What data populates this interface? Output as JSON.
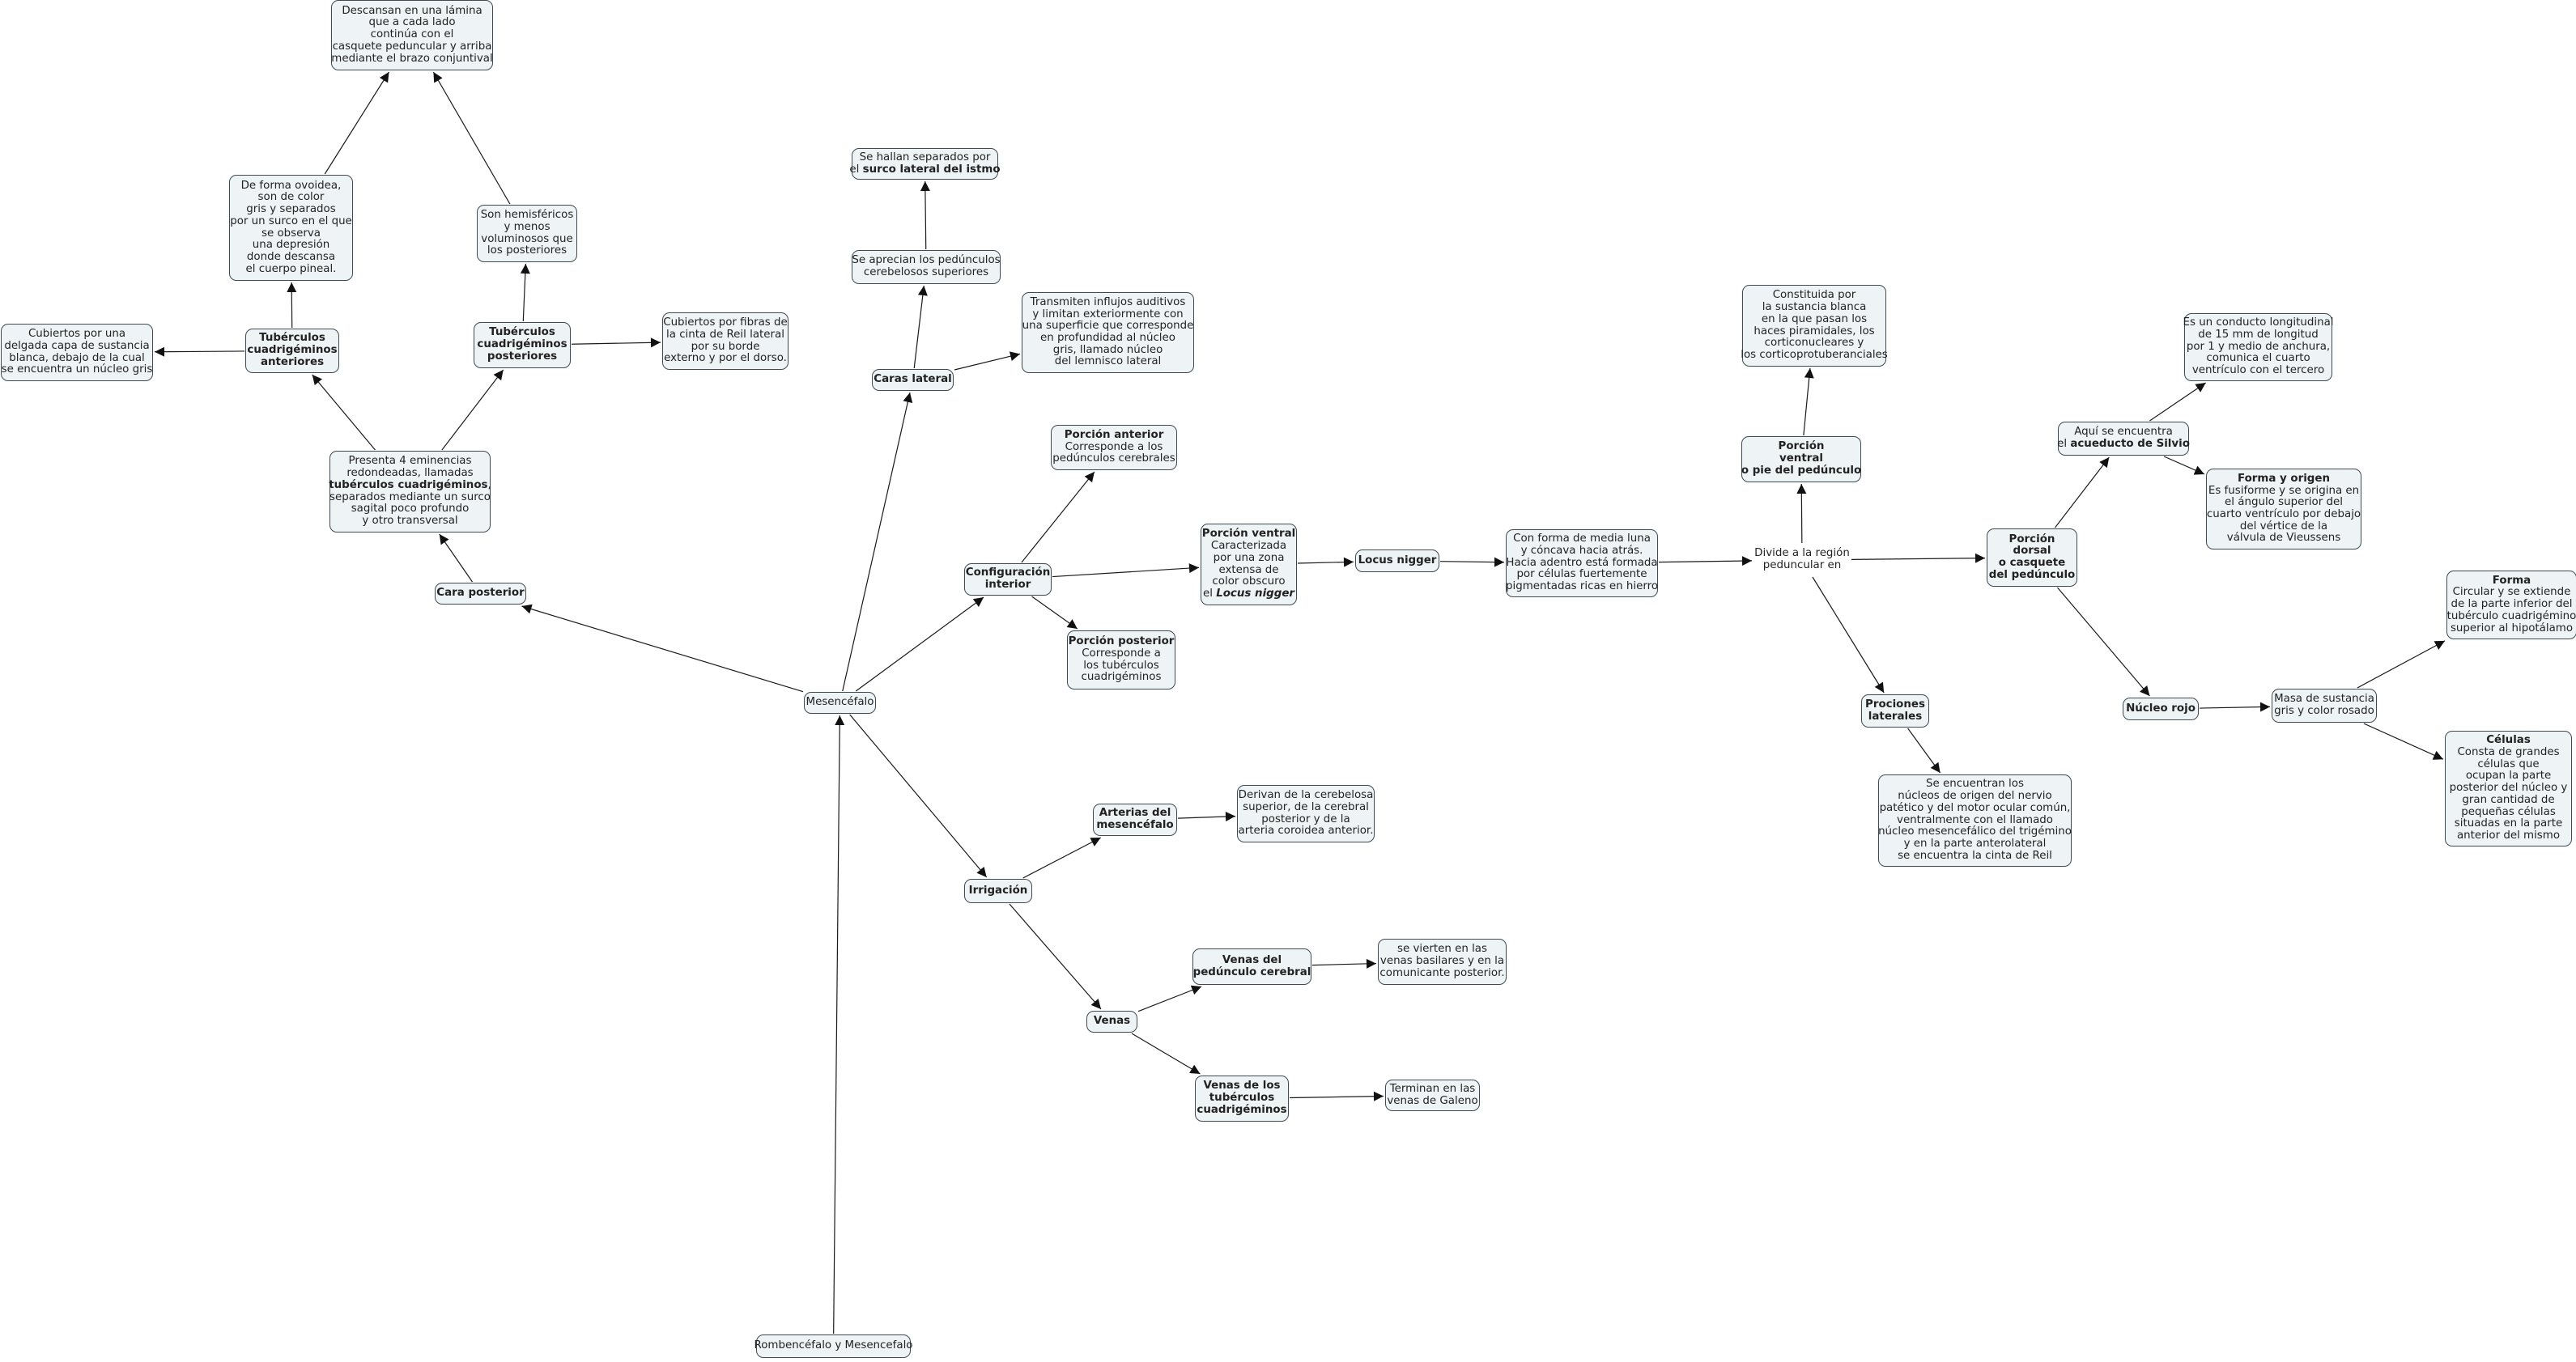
{
  "nodes": {
    "mesencefalo": [
      [
        {
          "t": "Mesencéfalo"
        }
      ]
    ],
    "rombencefalo": [
      [
        {
          "t": "Rombencéfalo y Mesencefalo"
        }
      ]
    ],
    "cara_posterior": [
      [
        {
          "t": "Cara posterior",
          "b": 1
        }
      ]
    ],
    "presenta4": [
      [
        {
          "t": "Presenta 4 eminencias"
        }
      ],
      [
        {
          "t": "redondeadas, llamadas"
        }
      ],
      [
        {
          "t": "tubérculos cuadrigéminos",
          "b": 1
        },
        {
          "t": ","
        }
      ],
      [
        {
          "t": "separados mediante un surco"
        }
      ],
      [
        {
          "t": "sagital poco profundo"
        }
      ],
      [
        {
          "t": "y otro transversal"
        }
      ]
    ],
    "tub_anteriores": [
      [
        {
          "t": "Tubérculos",
          "b": 1
        }
      ],
      [
        {
          "t": "cuadrigéminos",
          "b": 1
        }
      ],
      [
        {
          "t": "anteriores",
          "b": 1
        }
      ]
    ],
    "tub_posteriores": [
      [
        {
          "t": "Tubérculos",
          "b": 1
        }
      ],
      [
        {
          "t": "cuadrigéminos",
          "b": 1
        }
      ],
      [
        {
          "t": "posteriores",
          "b": 1
        }
      ]
    ],
    "cubiertos_capa": [
      [
        {
          "t": "Cubiertos por una"
        }
      ],
      [
        {
          "t": "delgada capa de sustancia"
        }
      ],
      [
        {
          "t": "blanca, debajo de la cual"
        }
      ],
      [
        {
          "t": "se encuentra un núcleo gris"
        }
      ]
    ],
    "forma_ovoidea": [
      [
        {
          "t": "De forma ovoidea,"
        }
      ],
      [
        {
          "t": "son de color"
        }
      ],
      [
        {
          "t": "gris y separados"
        }
      ],
      [
        {
          "t": "por un surco en el que"
        }
      ],
      [
        {
          "t": "se observa"
        }
      ],
      [
        {
          "t": "una depresión"
        }
      ],
      [
        {
          "t": "donde descansa"
        }
      ],
      [
        {
          "t": "el cuerpo pineal."
        }
      ]
    ],
    "descansan": [
      [
        {
          "t": "Descansan en una lámina"
        }
      ],
      [
        {
          "t": "que a cada lado"
        }
      ],
      [
        {
          "t": "continúa con el"
        }
      ],
      [
        {
          "t": "casquete peduncular y arriba"
        }
      ],
      [
        {
          "t": "mediante el brazo conjuntival"
        }
      ]
    ],
    "hemisfericos": [
      [
        {
          "t": "Son hemisféricos"
        }
      ],
      [
        {
          "t": "y menos"
        }
      ],
      [
        {
          "t": "voluminosos que"
        }
      ],
      [
        {
          "t": "los posteriores"
        }
      ]
    ],
    "cubiertos_fibras": [
      [
        {
          "t": "Cubiertos por fibras de"
        }
      ],
      [
        {
          "t": "la cinta de Reil lateral"
        }
      ],
      [
        {
          "t": "por su borde"
        }
      ],
      [
        {
          "t": "externo y por el dorso."
        }
      ]
    ],
    "caras_lateral": [
      [
        {
          "t": "Caras lateral",
          "b": 1
        }
      ]
    ],
    "aprecian": [
      [
        {
          "t": "Se aprecian los pedúnculos"
        }
      ],
      [
        {
          "t": "cerebelosos superiores"
        }
      ]
    ],
    "hallan": [
      [
        {
          "t": "Se hallan separados por"
        }
      ],
      [
        {
          "t": "el "
        },
        {
          "t": "surco lateral del istmo",
          "b": 1
        }
      ]
    ],
    "transmiten": [
      [
        {
          "t": "Transmiten influjos auditivos"
        }
      ],
      [
        {
          "t": "y limitan exteriormente con"
        }
      ],
      [
        {
          "t": "una superficie que corresponde"
        }
      ],
      [
        {
          "t": "en profundidad al núcleo"
        }
      ],
      [
        {
          "t": "gris, llamado núcleo"
        }
      ],
      [
        {
          "t": "del lemnisco lateral"
        }
      ]
    ],
    "configuracion": [
      [
        {
          "t": "Configuración",
          "b": 1
        }
      ],
      [
        {
          "t": "interior",
          "b": 1
        }
      ]
    ],
    "porcion_anterior": [
      [
        {
          "t": "Porción anterior",
          "b": 1
        }
      ],
      [
        {
          "t": "Corresponde a los"
        }
      ],
      [
        {
          "t": "pedúnculos cerebrales"
        }
      ]
    ],
    "porcion_posterior": [
      [
        {
          "t": "Porción posterior",
          "b": 1
        }
      ],
      [
        {
          "t": "Corresponde a"
        }
      ],
      [
        {
          "t": "los tubérculos"
        }
      ],
      [
        {
          "t": "cuadrigéminos"
        }
      ]
    ],
    "porcion_ventral": [
      [
        {
          "t": "Porción ventral",
          "b": 1
        }
      ],
      [
        {
          "t": "Caracterizada"
        }
      ],
      [
        {
          "t": "por una zona"
        }
      ],
      [
        {
          "t": "extensa de"
        }
      ],
      [
        {
          "t": "color obscuro"
        }
      ],
      [
        {
          "t": "el "
        },
        {
          "t": "Locus nigger",
          "bi": 1
        }
      ]
    ],
    "locus_nigger": [
      [
        {
          "t": "Locus nigger",
          "b": 1
        }
      ]
    ],
    "media_luna": [
      [
        {
          "t": "Con forma de media luna"
        }
      ],
      [
        {
          "t": "y cóncava hacia atrás."
        }
      ],
      [
        {
          "t": "Hacia adentro está formada"
        }
      ],
      [
        {
          "t": "por células fuertemente"
        }
      ],
      [
        {
          "t": "pigmentadas ricas en hierro"
        }
      ]
    ],
    "divide": [
      [
        {
          "t": "Divide a la región"
        }
      ],
      [
        {
          "t": "peduncular en"
        }
      ]
    ],
    "porcion_ventral_pie": [
      [
        {
          "t": "Porción",
          "b": 1
        }
      ],
      [
        {
          "t": "ventral",
          "b": 1
        }
      ],
      [
        {
          "t": "o pie del pedúnculo",
          "b": 1
        }
      ]
    ],
    "constituida": [
      [
        {
          "t": "Constituida por"
        }
      ],
      [
        {
          "t": "la sustancia blanca"
        }
      ],
      [
        {
          "t": "en la que pasan los"
        }
      ],
      [
        {
          "t": "haces piramidales, los"
        }
      ],
      [
        {
          "t": "corticonucleares y"
        }
      ],
      [
        {
          "t": "los corticoprotuberanciales"
        }
      ]
    ],
    "porcion_dorsal": [
      [
        {
          "t": "Porción",
          "b": 1
        }
      ],
      [
        {
          "t": "dorsal",
          "b": 1
        }
      ],
      [
        {
          "t": "o casquete",
          "b": 1
        }
      ],
      [
        {
          "t": "del pedúnculo",
          "b": 1
        }
      ]
    ],
    "acueducto": [
      [
        {
          "t": "Aquí se encuentra"
        }
      ],
      [
        {
          "t": "el "
        },
        {
          "t": "acueducto de Silvio",
          "b": 1
        }
      ]
    ],
    "conducto": [
      [
        {
          "t": "Es un conducto longitudinal"
        }
      ],
      [
        {
          "t": "de 15 mm de longitud"
        }
      ],
      [
        {
          "t": "por 1 y medio de anchura,"
        }
      ],
      [
        {
          "t": "comunica el cuarto"
        }
      ],
      [
        {
          "t": "ventrículo con el tercero"
        }
      ]
    ],
    "forma_origen": [
      [
        {
          "t": "Forma y origen",
          "b": 1
        }
      ],
      [
        {
          "t": "Es fusiforme y se origina en"
        }
      ],
      [
        {
          "t": "el ángulo superior del"
        }
      ],
      [
        {
          "t": "cuarto ventrículo por debajo"
        }
      ],
      [
        {
          "t": "del vértice de la"
        }
      ],
      [
        {
          "t": "válvula de Vieussens"
        }
      ]
    ],
    "nucleo_rojo": [
      [
        {
          "t": "Núcleo rojo",
          "b": 1
        }
      ]
    ],
    "masa": [
      [
        {
          "t": "Masa de sustancia"
        }
      ],
      [
        {
          "t": "gris y color rosado"
        }
      ]
    ],
    "forma": [
      [
        {
          "t": "Forma",
          "b": 1
        }
      ],
      [
        {
          "t": "Circular y se extiende"
        }
      ],
      [
        {
          "t": "de la parte inferior del"
        }
      ],
      [
        {
          "t": "tubérculo cuadrigémino"
        }
      ],
      [
        {
          "t": "superior al hipotálamo"
        }
      ]
    ],
    "celulas": [
      [
        {
          "t": "Células",
          "b": 1
        }
      ],
      [
        {
          "t": "Consta de grandes"
        }
      ],
      [
        {
          "t": "células que"
        }
      ],
      [
        {
          "t": "ocupan la parte"
        }
      ],
      [
        {
          "t": "posterior del núcleo y"
        }
      ],
      [
        {
          "t": "gran cantidad de"
        }
      ],
      [
        {
          "t": "pequeñas células"
        }
      ],
      [
        {
          "t": "situadas en la parte"
        }
      ],
      [
        {
          "t": "anterior del mismo"
        }
      ]
    ],
    "prociones": [
      [
        {
          "t": "Prociones",
          "b": 1
        }
      ],
      [
        {
          "t": "laterales",
          "b": 1
        }
      ]
    ],
    "encuentran": [
      [
        {
          "t": "Se encuentran los"
        }
      ],
      [
        {
          "t": "núcleos de origen del nervio"
        }
      ],
      [
        {
          "t": "patético y del motor ocular común,"
        }
      ],
      [
        {
          "t": "ventralmente con el llamado"
        }
      ],
      [
        {
          "t": "núcleo mesencefálico del trigémino"
        }
      ],
      [
        {
          "t": "y en la parte anterolateral"
        }
      ],
      [
        {
          "t": "se encuentra la cinta de Reil"
        }
      ]
    ],
    "irrigacion": [
      [
        {
          "t": "Irrigación",
          "b": 1
        }
      ]
    ],
    "arterias": [
      [
        {
          "t": "Arterias del",
          "b": 1
        }
      ],
      [
        {
          "t": "mesencéfalo",
          "b": 1
        }
      ]
    ],
    "derivan": [
      [
        {
          "t": "Derivan de la cerebelosa"
        }
      ],
      [
        {
          "t": "superior, de la cerebral"
        }
      ],
      [
        {
          "t": "posterior y de la"
        }
      ],
      [
        {
          "t": "arteria coroidea anterior."
        }
      ]
    ],
    "venas": [
      [
        {
          "t": "Venas",
          "b": 1
        }
      ]
    ],
    "venas_pedunculo": [
      [
        {
          "t": "Venas del",
          "b": 1
        }
      ],
      [
        {
          "t": "pedúnculo cerebral",
          "b": 1
        }
      ]
    ],
    "vierten": [
      [
        {
          "t": "se vierten en las"
        }
      ],
      [
        {
          "t": "venas basilares y en la"
        }
      ],
      [
        {
          "t": "comunicante posterior."
        }
      ]
    ],
    "venas_tuberculos": [
      [
        {
          "t": "Venas de los",
          "b": 1
        }
      ],
      [
        {
          "t": "tubérculos",
          "b": 1
        }
      ],
      [
        {
          "t": "cuadrigéminos",
          "b": 1
        }
      ]
    ],
    "terminan": [
      [
        {
          "t": "Terminan en las"
        }
      ],
      [
        {
          "t": "venas de Galeno"
        }
      ]
    ]
  },
  "edges": [
    [
      "rombencefalo",
      "mesencefalo"
    ],
    [
      "mesencefalo",
      "cara_posterior"
    ],
    [
      "mesencefalo",
      "caras_lateral"
    ],
    [
      "mesencefalo",
      "configuracion"
    ],
    [
      "mesencefalo",
      "irrigacion"
    ],
    [
      "cara_posterior",
      "presenta4"
    ],
    [
      "presenta4",
      "tub_anteriores"
    ],
    [
      "presenta4",
      "tub_posteriores"
    ],
    [
      "tub_anteriores",
      "cubiertos_capa"
    ],
    [
      "tub_anteriores",
      "forma_ovoidea"
    ],
    [
      "forma_ovoidea",
      "descansan"
    ],
    [
      "hemisfericos",
      "descansan"
    ],
    [
      "tub_posteriores",
      "hemisfericos"
    ],
    [
      "tub_posteriores",
      "cubiertos_fibras"
    ],
    [
      "caras_lateral",
      "aprecian"
    ],
    [
      "aprecian",
      "hallan"
    ],
    [
      "caras_lateral",
      "transmiten"
    ],
    [
      "configuracion",
      "porcion_anterior"
    ],
    [
      "configuracion",
      "porcion_posterior"
    ],
    [
      "configuracion",
      "porcion_ventral"
    ],
    [
      "porcion_ventral",
      "locus_nigger"
    ],
    [
      "locus_nigger",
      "media_luna"
    ],
    [
      "media_luna",
      "divide"
    ],
    [
      "divide",
      "porcion_ventral_pie"
    ],
    [
      "porcion_ventral_pie",
      "constituida"
    ],
    [
      "divide",
      "porcion_dorsal"
    ],
    [
      "divide",
      "prociones"
    ],
    [
      "porcion_dorsal",
      "acueducto"
    ],
    [
      "acueducto",
      "conducto"
    ],
    [
      "acueducto",
      "forma_origen"
    ],
    [
      "porcion_dorsal",
      "nucleo_rojo"
    ],
    [
      "nucleo_rojo",
      "masa"
    ],
    [
      "masa",
      "forma"
    ],
    [
      "masa",
      "celulas"
    ],
    [
      "prociones",
      "encuentran"
    ],
    [
      "irrigacion",
      "arterias"
    ],
    [
      "arterias",
      "derivan"
    ],
    [
      "irrigacion",
      "venas"
    ],
    [
      "venas",
      "venas_pedunculo"
    ],
    [
      "venas_pedunculo",
      "vierten"
    ],
    [
      "venas",
      "venas_tuberculos"
    ],
    [
      "venas_tuberculos",
      "terminan"
    ]
  ]
}
